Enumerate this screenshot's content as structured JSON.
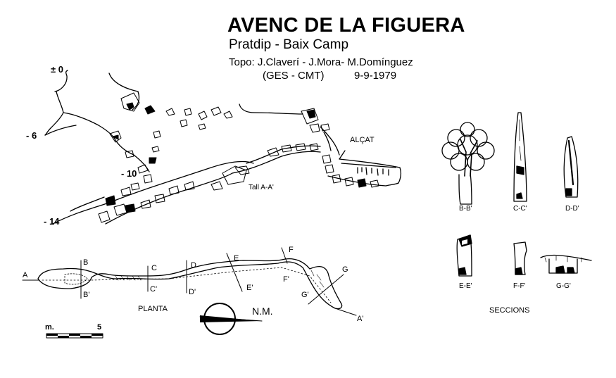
{
  "header": {
    "title": "AVENC DE LA FIGUERA",
    "subtitle": "Pratdip - Baix Camp",
    "credits": "Topo: J.Claverí - J.Mora- M.Domínguez",
    "group": "(GES - CMT)",
    "date": "9-9-1979"
  },
  "profile": {
    "label": "ALÇAT",
    "section_cut_label": "Tall A-A'",
    "depths": [
      "± 0",
      "- 6",
      "- 10",
      "- 14"
    ]
  },
  "plan": {
    "label": "PLANTA",
    "north_label": "N.M.",
    "markers": {
      "a": "A",
      "a_prime": "A'",
      "b": "B",
      "b_prime": "B'",
      "c": "C",
      "c_prime": "C'",
      "d": "D",
      "d_prime": "D'",
      "e": "E",
      "e_prime": "E'",
      "f": "F",
      "f_prime": "F'",
      "g": "G",
      "g_prime": "G'"
    }
  },
  "scale": {
    "unit": "m.",
    "value": "5"
  },
  "sections": {
    "label": "SECCIONS",
    "items": [
      "B-B'",
      "C-C'",
      "D-D'",
      "E-E'",
      "F-F'",
      "G-G'"
    ]
  }
}
